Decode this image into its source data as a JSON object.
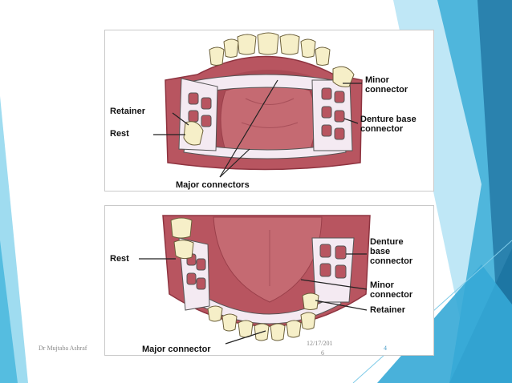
{
  "slide": {
    "footer_left": "Dr Mujtaba Ashraf",
    "footer_date_line1": "12/17/201",
    "footer_date_line2": "6",
    "page_number": "4"
  },
  "top_diagram": {
    "labels": {
      "retainer": "Retainer",
      "rest": "Rest",
      "major_connectors": "Major connectors",
      "minor_connector_line1": "Minor",
      "minor_connector_line2": "connector",
      "denture_base_line1": "Denture base",
      "denture_base_line2": "connector"
    }
  },
  "bottom_diagram": {
    "labels": {
      "rest": "Rest",
      "major_connector": "Major connector",
      "denture_base_line1": "Denture",
      "denture_base_line2": "base",
      "denture_base_line3": "connector",
      "minor_connector_line1": "Minor",
      "minor_connector_line2": "connector",
      "retainer": "Retainer"
    }
  },
  "colors": {
    "gum": "#b85560",
    "gum_dark": "#8e3440",
    "palate": "#c56a72",
    "metal": "#f4eaf2",
    "tooth": "#f6efc8",
    "accent_teal": "#1f8fb8",
    "accent_light": "#8fd4ee"
  }
}
